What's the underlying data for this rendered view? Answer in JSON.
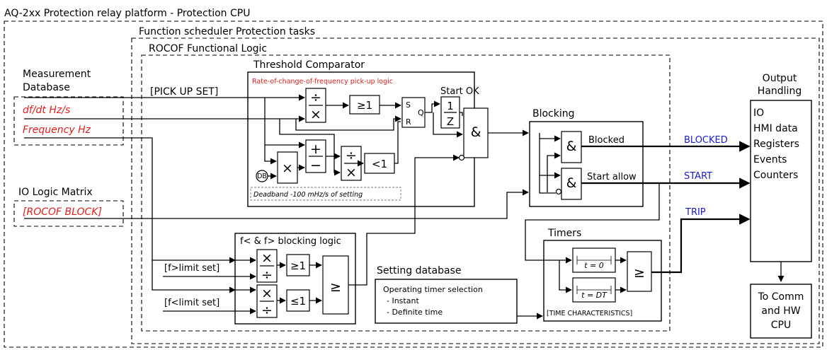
{
  "titles": {
    "platform": "AQ-2xx Protection relay platform - Protection CPU",
    "scheduler": "Function scheduler Protection tasks",
    "logic": "ROCOF Functional Logic"
  },
  "measurement": {
    "title_line1": "Measurement",
    "title_line2": "Database",
    "dfdt": "df/dt Hz/s",
    "frequency": "Frequency Hz"
  },
  "io_matrix": {
    "title": "IO Logic Matrix",
    "block": "[ROCOF BLOCK]"
  },
  "threshold": {
    "title": "Threshold Comparator",
    "subtitle": "Rate-of-change-of-frequency pick-up logic",
    "pickup_set": "[PICK UP SET]",
    "start_ok": "Start OK",
    "deadband": "Deadband  -100 mHz/s of setting",
    "db": "DB",
    "div": "÷",
    "mul": "×",
    "plus": "+",
    "minus": "−",
    "ge1": "≥1",
    "lt1": "<1",
    "s": "S",
    "r": "R",
    "q": "Q",
    "one": "1",
    "z": "Z",
    "and": "&"
  },
  "blocking": {
    "title": "Blocking",
    "blocked": "Blocked",
    "start_allow": "Start allow",
    "and": "&"
  },
  "freq_block": {
    "title": "f< & f> blocking logic",
    "flimit_hi": "[f>limit set]",
    "flimit_lo": "[f<limit set]",
    "ge1": "≥1",
    "le1": "≤1",
    "ge": "≥"
  },
  "setting_db": {
    "title": "Setting database",
    "line1": "Operating timer selection",
    "line2": " - Instant",
    "line3": " - Definite time"
  },
  "timers": {
    "title": "Timers",
    "t0": "t = 0",
    "tdt": "t = DT",
    "characteristics": "[TIME CHARACTERISTICS]",
    "ge": "≥"
  },
  "outputs": {
    "blocked": "BLOCKED",
    "start": "START",
    "trip": "TRIP"
  },
  "output_handling": {
    "title_line1": "Output",
    "title_line2": "Handling",
    "items": [
      "IO",
      "HMI data",
      "Registers",
      "Events",
      "Counters"
    ]
  },
  "comm": {
    "line1": "To Comm",
    "line2": "and HW",
    "line3": "CPU"
  },
  "colors": {
    "red": "#e02020",
    "blue": "#1a1acc"
  }
}
